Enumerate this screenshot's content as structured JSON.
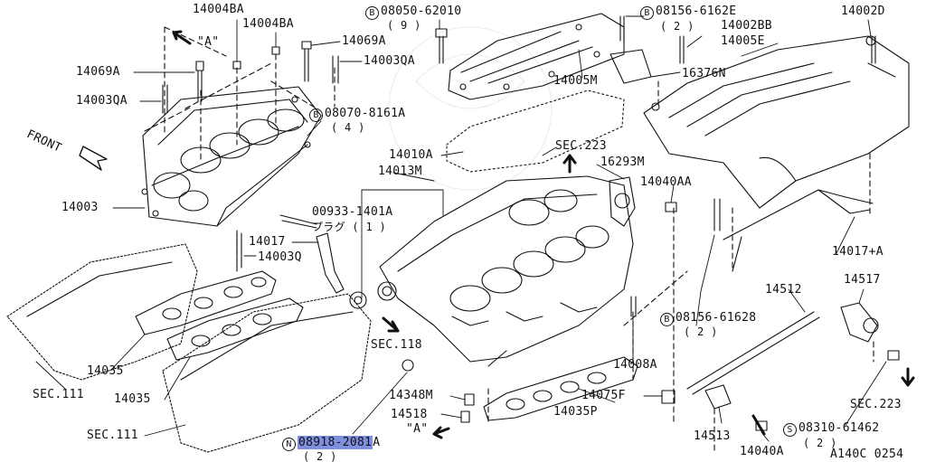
{
  "labels": {
    "p14004BA_1": "14004BA",
    "p14004BA_2": "14004BA",
    "arrowA_top": "\"A\"",
    "p14069A_1": "14069A",
    "p14003QA_1": "14003QA",
    "p14069A_2": "14069A",
    "p14003QA_2": "14003QA",
    "front": "FRONT",
    "p14003": "14003",
    "pB08050_num": "08050-62010",
    "pB08050_qty": "( 9 )",
    "pB08070_num": "08070-8161A",
    "pB08070_qty": "( 4 )",
    "p14005M": "14005M",
    "pB08156_top_num": "08156-6162E",
    "pB08156_top_qty": "( 2 )",
    "p14002BB": "14002BB",
    "p14002D": "14002D",
    "p14005E": "14005E",
    "p16376N": "16376N",
    "p14010A": "14010A",
    "p14013M": "14013M",
    "sec223_top": "SEC.223",
    "p16293M": "16293M",
    "p14040AA": "14040AA",
    "p00933": "00933-1401A",
    "plug": "プラグ ( 1 )",
    "p14017": "14017",
    "p14003Q": "14003Q",
    "p14017A": "14017+A",
    "p14512": "14512",
    "p14517": "14517",
    "pB08156_mid_num": "08156-61628",
    "pB08156_mid_qty": "( 2 )",
    "sec111_1": "SEC.111",
    "sec111_2": "SEC.111",
    "p14035_1": "14035",
    "p14035_2": "14035",
    "sec118": "SEC.118",
    "p14348M": "14348M",
    "p14518": "14518",
    "arrowA_bottom": "\"A\"",
    "pN08918_num": "08918-2081",
    "pN08918_suffix": "A",
    "pN08918_qty": "( 2 )",
    "p14008A": "14008A",
    "p14075F": "14075F",
    "p14035P": "14035P",
    "p14513": "14513",
    "p14040A": "14040A",
    "sec223_bottom": "SEC.223",
    "pS08310_num": "08310-61462",
    "pS08310_qty": "( 2 )",
    "diagram_code": "A140C 0254"
  },
  "markers": {
    "B": "B",
    "N": "N",
    "S": "S"
  },
  "highlight_color": "#7f8fe0"
}
